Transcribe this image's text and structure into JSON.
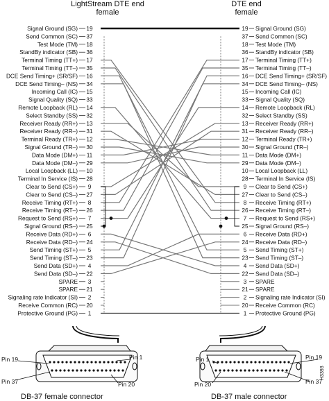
{
  "headers": {
    "left_line1": "LightStream DTE end",
    "left_line2": "female",
    "right_line1": "DTE end",
    "right_line2": "female"
  },
  "rows": [
    {
      "label": "Signal Ground (SG)",
      "pin": "19"
    },
    {
      "label": "Send Common (SC)",
      "pin": "37"
    },
    {
      "label": "Test Mode (TM)",
      "pin": "18"
    },
    {
      "label": "StandBy indicator (SB)",
      "pin": "36"
    },
    {
      "label": "Terminal Timing (TT+)",
      "pin": "17"
    },
    {
      "label": "Terminal Timing (TT–)",
      "pin": "35"
    },
    {
      "label": "DCE Send Timing+ (SR/SF)",
      "pin": "16"
    },
    {
      "label": "DCE Send Timing– (NS)",
      "pin": "34"
    },
    {
      "label": "Incoming Call (IC)",
      "pin": "15"
    },
    {
      "label": "Signal Quality (SQ)",
      "pin": "33"
    },
    {
      "label": "Remote Loopback (RL)",
      "pin": "14"
    },
    {
      "label": "Select Standby (SS)",
      "pin": "32"
    },
    {
      "label": "Receiver Ready (RR+)",
      "pin": "13"
    },
    {
      "label": "Receiver Ready (RR–)",
      "pin": "31"
    },
    {
      "label": "Terminal Ready (TR+)",
      "pin": "12"
    },
    {
      "label": "Signal Ground (TR–)",
      "pin": "30"
    },
    {
      "label": "Data Mode (DM+)",
      "pin": "11"
    },
    {
      "label": "Data Mode (DM–)",
      "pin": "29"
    },
    {
      "label": "Local Loopback (LL)",
      "pin": "10"
    },
    {
      "label": "Terminal In Service (IS)",
      "pin": "28"
    },
    {
      "label": "Clear to Send (CS+)",
      "pin": "9"
    },
    {
      "label": "Clear to Send (CS–)",
      "pin": "27"
    },
    {
      "label": "Receive Timing (RT+)",
      "pin": "8"
    },
    {
      "label": "Receive Timing (RT–)",
      "pin": "26"
    },
    {
      "label": "Request to Send (RS+)",
      "pin": "7"
    },
    {
      "label": "Signal Ground (RS–)",
      "pin": "25"
    },
    {
      "label": "Receive Data (RD+)",
      "pin": "6"
    },
    {
      "label": "Receive Data (RD–)",
      "pin": "24"
    },
    {
      "label": "Send Timing (ST+)",
      "pin": "5"
    },
    {
      "label": "Send Timing (ST–)",
      "pin": "23"
    },
    {
      "label": "Send Data (SD+)",
      "pin": "4"
    },
    {
      "label": "Send Data (SD–)",
      "pin": "22"
    },
    {
      "label": "SPARE",
      "pin": "3"
    },
    {
      "label": "SPARE",
      "pin": "21"
    },
    {
      "label": "Signaling rate Indicator (SI)",
      "pin": "2"
    },
    {
      "label": "Receive Common (RC)",
      "pin": "20"
    },
    {
      "label": "Protective Ground (PG)",
      "pin": "1"
    }
  ],
  "connectors": {
    "female_title": "DB-37 female connector",
    "male_title": "DB-37 male connector",
    "female_pins": {
      "top_left": "Pin 19",
      "top_right": "Pin 1",
      "bottom_left": "Pin 37",
      "bottom_right": "Pin 20"
    },
    "male_pins": {
      "top_left": "Pin 1",
      "top_right": "Pin 19",
      "bottom_left": "Pin 20",
      "bottom_right": "Pin 37"
    },
    "figure_id": "H3393"
  },
  "colors": {
    "wire": "#777777",
    "ink": "#111111"
  }
}
